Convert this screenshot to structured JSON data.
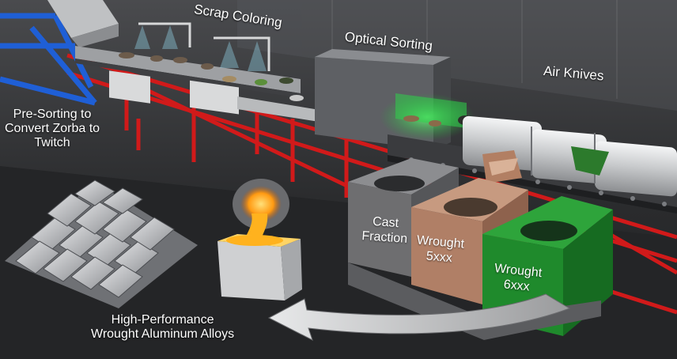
{
  "labels": {
    "scrap_coloring": "Scrap Coloring",
    "optical_sorting": "Optical Sorting",
    "air_knives": "Air Knives",
    "pre_sorting": [
      "Pre-Sorting to",
      "Convert Zorba to",
      "Twitch"
    ],
    "final_product": [
      "High-Performance",
      "Wrought Aluminum Alloys"
    ]
  },
  "bins": {
    "cast": [
      "Cast",
      "Fraction"
    ],
    "wrought_5xxx": [
      "Wrought",
      "5xxx"
    ],
    "wrought_6xxx": [
      "Wrought",
      "6xxx"
    ]
  },
  "colors": {
    "frame_red": "#d11a1a",
    "hopper_blue": "#1f5fd6",
    "optical_green": "#2fd04a",
    "bin_cast": "#6e6e70",
    "bin_5xxx": "#b07f66",
    "bin_6xxx": "#1f8a2c",
    "molten": "#ffb21e"
  }
}
